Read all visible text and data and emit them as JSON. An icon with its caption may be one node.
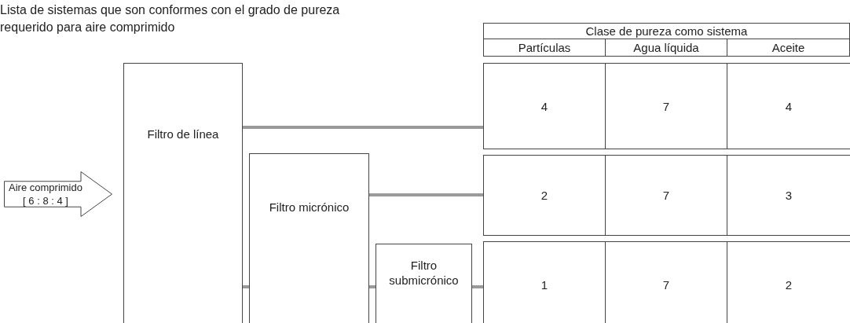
{
  "diagram": {
    "title": "Lista de sistemas que son conformes con el grado de pureza requerido para aire comprimido",
    "nodes": [
      {
        "text": [
          "Aire comprimido",
          "[ 6 : 8 : 4 ]"
        ]
      },
      {
        "text": [
          "Filtro de línea"
        ]
      },
      {
        "text": [
          "Filtro micrónico"
        ]
      },
      {
        "text": [
          "Filtro submicrónico"
        ]
      },
      {
        "text": [
          "4",
          "7",
          "4"
        ]
      },
      {
        "text": [
          "2",
          "7",
          "3"
        ]
      },
      {
        "text": [
          "1",
          "7",
          "2"
        ]
      }
    ],
    "edges": [
      {
        "from": 1,
        "to": 4,
        "arrow": "none"
      },
      {
        "from": 2,
        "to": 5,
        "arrow": "none"
      },
      {
        "from": 1,
        "to": 2,
        "arrow": "none"
      },
      {
        "from": 2,
        "to": 3,
        "arrow": "none"
      },
      {
        "from": 3,
        "to": 6,
        "arrow": "none"
      }
    ],
    "labels": [
      "Clase de pureza como sistema",
      "Partículas",
      "Agua líquida",
      "Aceite"
    ]
  }
}
